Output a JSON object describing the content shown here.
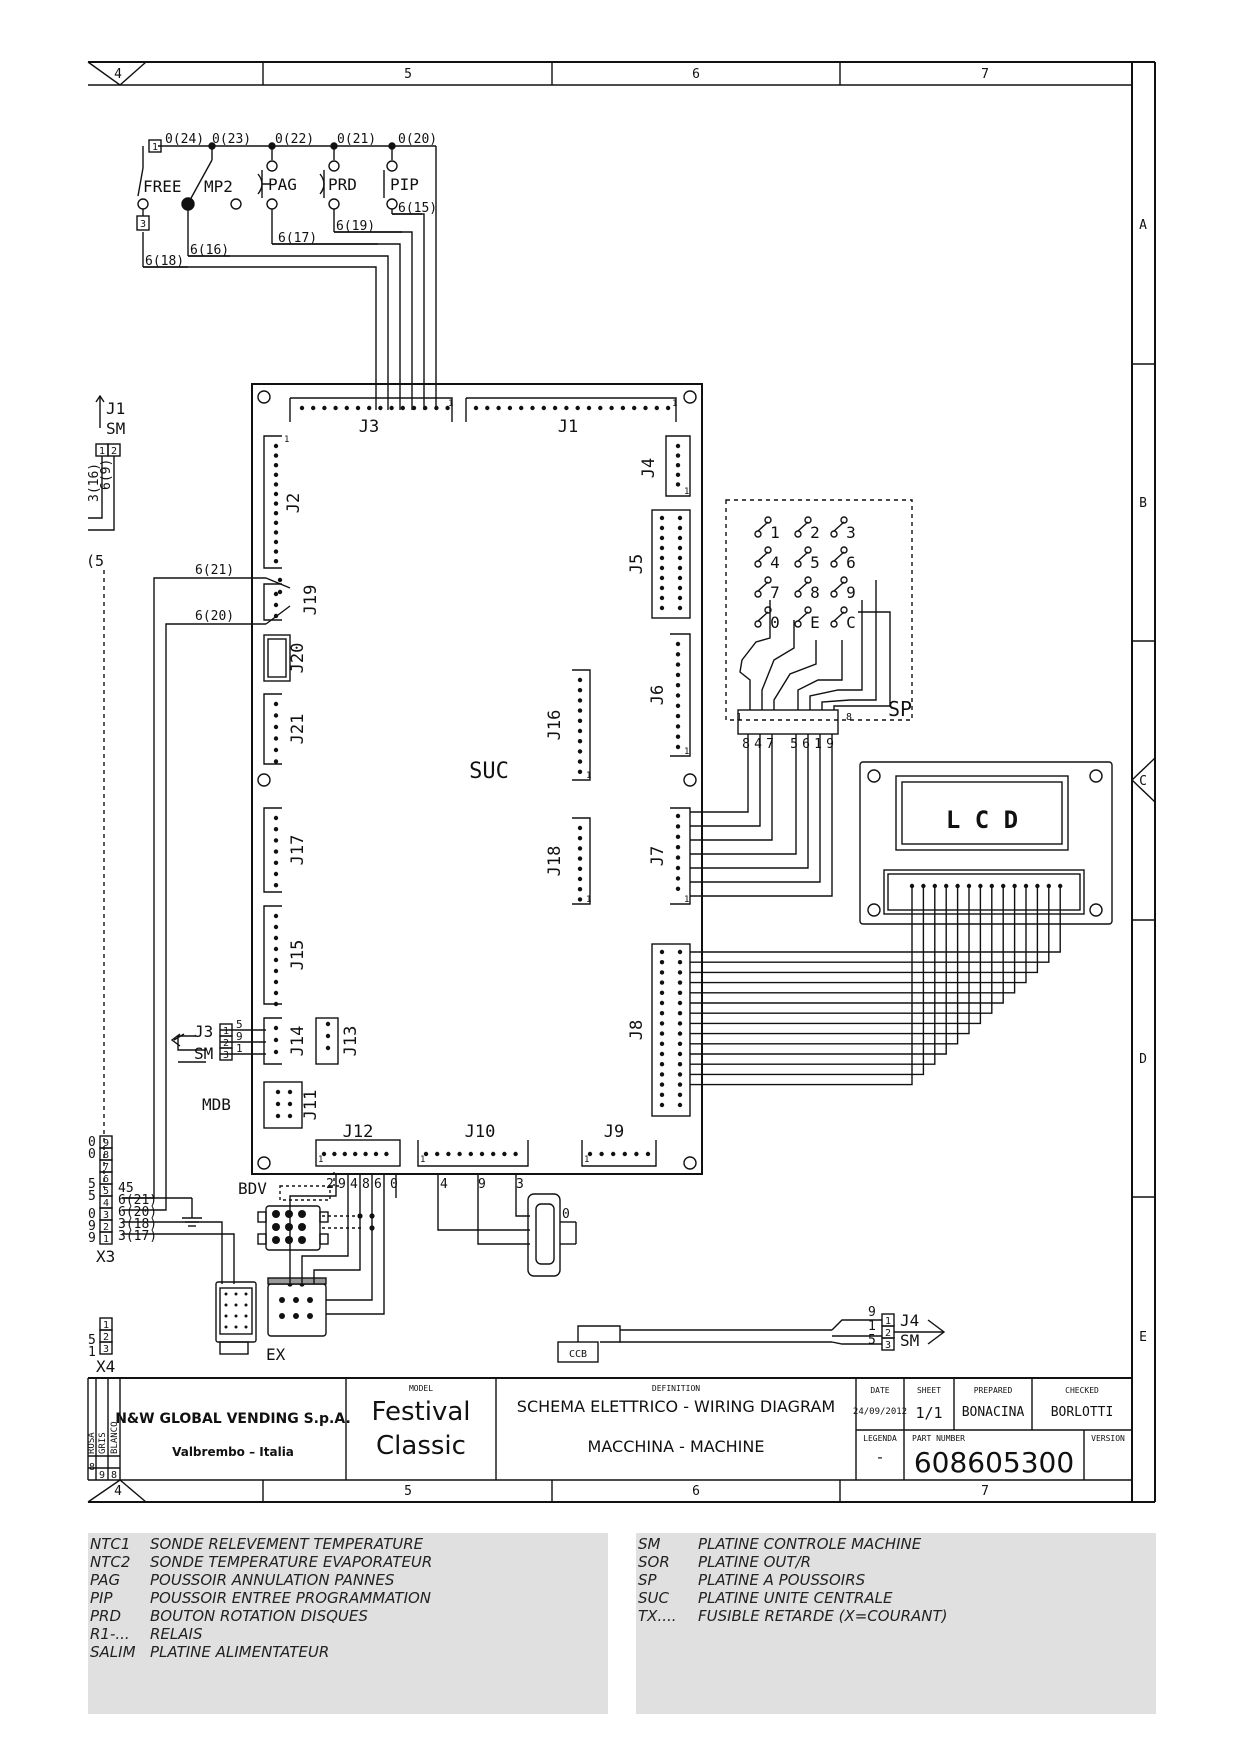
{
  "grid": {
    "top_cols": [
      "4",
      "5",
      "6",
      "7"
    ],
    "rows": [
      "A",
      "B",
      "C",
      "D",
      "E"
    ]
  },
  "switches": {
    "pins_top": [
      "0(24)",
      "0(23)",
      "0(22)",
      "0(21)",
      "0(20)"
    ],
    "names": [
      "FREE",
      "MP2",
      "PAG",
      "PRD",
      "PIP"
    ],
    "pin_box_1": "1",
    "pin_box_3": "3",
    "wires": [
      "6(15)",
      "6(19)",
      "6(17)",
      "6(16)",
      "6(18)"
    ]
  },
  "board": {
    "name": "SUC",
    "connectors": [
      "J3",
      "J1",
      "J2",
      "J4",
      "J5",
      "J19",
      "J20",
      "J21",
      "J6",
      "J16",
      "J17",
      "J18",
      "J7",
      "J15",
      "J14",
      "J13",
      "J11",
      "J8",
      "J12",
      "J10",
      "J9"
    ],
    "pin_one": "1"
  },
  "left_refs": {
    "j1_top": "J1",
    "sm_top": "SM",
    "box1": "1",
    "box2": "2",
    "w1": "3(16)",
    "w2": "6(9)",
    "cut": "(5",
    "w_21": "6(21)",
    "w_20": "6(20)",
    "j3_label": "J3",
    "sm_label": "SM",
    "j3_boxes": [
      "1",
      "2",
      "3"
    ],
    "j3_pins": [
      "5",
      "9",
      "1"
    ],
    "mdb": "MDB",
    "bdv": "BDV"
  },
  "x3": {
    "label": "X3",
    "pins": [
      "9",
      "8",
      "7",
      "6",
      "5",
      "4",
      "3",
      "2",
      "1"
    ],
    "left_vals": [
      "0",
      "0",
      "5",
      "5",
      "0",
      "9",
      "9"
    ],
    "wires": [
      "45",
      "6(21)",
      "6(20)",
      "3(18)",
      "3(17)"
    ]
  },
  "x4": {
    "label": "X4",
    "pins": [
      "1",
      "2",
      "3"
    ],
    "left_vals": [
      "5",
      "1"
    ]
  },
  "ex": "EX",
  "j12_pins": [
    "2",
    "9",
    "4",
    "8",
    "6",
    "0"
  ],
  "j10_pins": [
    "4",
    "9",
    "3"
  ],
  "sub_d": "0",
  "ccb": "CCB",
  "j4_ref": {
    "pins": [
      "9",
      "1",
      "5"
    ],
    "boxes": [
      "1",
      "2",
      "3"
    ],
    "j4": "J4",
    "sm": "SM"
  },
  "keypad": {
    "label": "SP",
    "keys": [
      "1",
      "2",
      "3",
      "4",
      "5",
      "6",
      "7",
      "8",
      "9",
      "0",
      "E",
      "C"
    ],
    "pin_first": "1",
    "pin_last": "8",
    "bottom_pins": [
      "8",
      "4",
      "7",
      "5",
      "6",
      "1",
      "9"
    ]
  },
  "lcd": "L C D",
  "title_block": {
    "model_header": "MODEL",
    "model_line1": "Festival",
    "model_line2": "Classic",
    "company": "N&W GLOBAL VENDING S.p.A.",
    "company_city": "Valbrembo – Italia",
    "side_codes": [
      "ROSA",
      "GRIS",
      "BLANCO"
    ],
    "side_pins": [
      "8",
      "9",
      "8"
    ],
    "definition_header": "DEFINITION",
    "definition_line1": "SCHEMA ELETTRICO - WIRING DIAGRAM",
    "definition_line2": "MACCHINA - MACHINE",
    "date_header": "DATE",
    "date": "24/09/2012",
    "sheet_header": "SHEET",
    "sheet": "1/1",
    "prepared_header": "PREPARED",
    "prepared": "BONACINA",
    "checked_header": "CHECKED",
    "checked": "BORLOTTI",
    "legenda_header": "LEGENDA",
    "legenda": "-",
    "part_header": "PART NUMBER",
    "part_number": "608605300",
    "version_header": "VERSION",
    "version": ""
  },
  "legend_left": [
    {
      "code": "NTC1",
      "desc": "SONDE RELEVEMENT TEMPERATURE"
    },
    {
      "code": "NTC2",
      "desc": "SONDE TEMPERATURE EVAPORATEUR"
    },
    {
      "code": "PAG",
      "desc": "POUSSOIR ANNULATION PANNES"
    },
    {
      "code": "PIP",
      "desc": "POUSSOIR ENTREE PROGRAMMATION"
    },
    {
      "code": "PRD",
      "desc": "BOUTON ROTATION DISQUES"
    },
    {
      "code": "R1-...",
      "desc": "RELAIS"
    },
    {
      "code": "SALIM",
      "desc": "PLATINE ALIMENTATEUR"
    }
  ],
  "legend_right": [
    {
      "code": "SM",
      "desc": "PLATINE CONTROLE MACHINE"
    },
    {
      "code": "SOR",
      "desc": "PLATINE OUT/R"
    },
    {
      "code": "SP",
      "desc": "PLATINE A POUSSOIRS"
    },
    {
      "code": "SUC",
      "desc": "PLATINE UNITE CENTRALE"
    },
    {
      "code": "TX....",
      "desc": "FUSIBLE RETARDE (X=COURANT)"
    }
  ]
}
